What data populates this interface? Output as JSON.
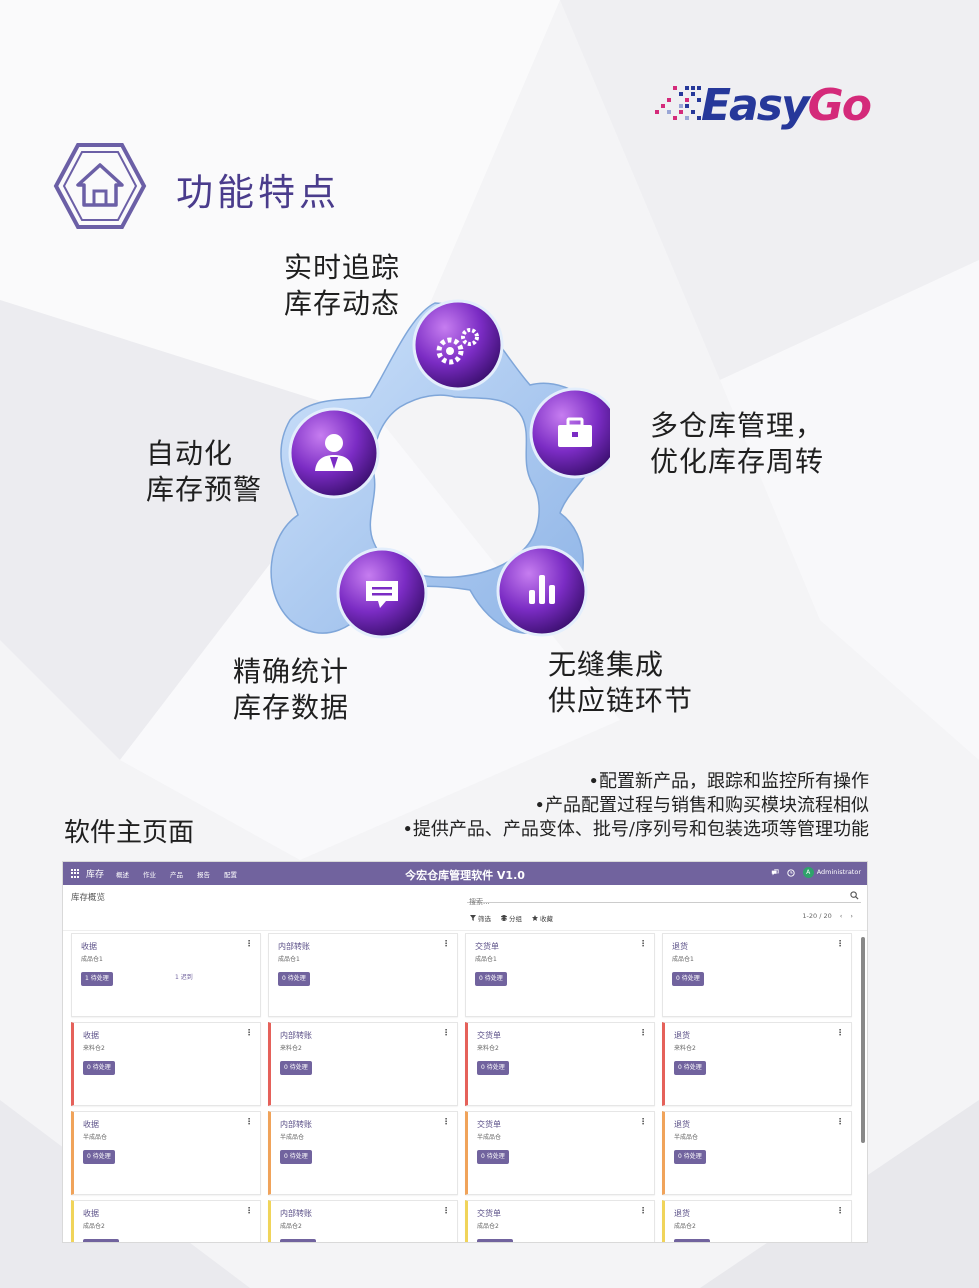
{
  "logo": {
    "part1": "Easy",
    "part2": "Go"
  },
  "section": {
    "title": "功能特点",
    "icon": "home-icon"
  },
  "features": [
    {
      "id": "tracking",
      "lines": [
        "实时追踪",
        "库存动态"
      ],
      "icon": "gears-icon"
    },
    {
      "id": "warehouse",
      "lines": [
        "多仓库管理，",
        "优化库存周转"
      ],
      "icon": "briefcase-icon"
    },
    {
      "id": "supply",
      "lines": [
        "无缝集成",
        "供应链环节"
      ],
      "icon": "bar-chart-icon"
    },
    {
      "id": "stats",
      "lines": [
        "精确统计",
        "库存数据"
      ],
      "icon": "message-icon"
    },
    {
      "id": "alert",
      "lines": [
        "自动化",
        "库存预警"
      ],
      "icon": "user-icon"
    }
  ],
  "bullets": [
    "•配置新产品，跟踪和监控所有操作",
    "•产品配置过程与销售和购买模块流程相似",
    "•提供产品、产品变体、批号/序列号和包装选项等管理功能"
  ],
  "screenshot_label": "软件主页面",
  "app": {
    "nav": {
      "brand": "库存",
      "menu": [
        "概述",
        "作业",
        "产品",
        "报告",
        "配置"
      ],
      "title": "今宏仓库管理软件 V1.0",
      "user_initial": "A",
      "user": "Administrator"
    },
    "breadcrumb": "库存概览",
    "search_placeholder": "搜索...",
    "filters": {
      "filter": "筛选",
      "group": "分组",
      "favorites": "收藏"
    },
    "pager": {
      "range": "1-20 / 20",
      "prev": "‹",
      "next": "›"
    },
    "card_menu": "⋮",
    "cards": [
      {
        "title": "收据",
        "subtitle": "成品仓1",
        "button": "1 待处理",
        "late": "1 迟到",
        "bar": ""
      },
      {
        "title": "内部转账",
        "subtitle": "成品仓1",
        "button": "0 待处理",
        "bar": ""
      },
      {
        "title": "交货单",
        "subtitle": "成品仓1",
        "button": "0 待处理",
        "bar": ""
      },
      {
        "title": "退货",
        "subtitle": "成品仓1",
        "button": "0 待处理",
        "bar": ""
      },
      {
        "title": "收据",
        "subtitle": "来料仓2",
        "button": "0 待处理",
        "bar": "red"
      },
      {
        "title": "内部转账",
        "subtitle": "来料仓2",
        "button": "0 待处理",
        "bar": "red"
      },
      {
        "title": "交货单",
        "subtitle": "来料仓2",
        "button": "0 待处理",
        "bar": "red"
      },
      {
        "title": "退货",
        "subtitle": "来料仓2",
        "button": "0 待处理",
        "bar": "red"
      },
      {
        "title": "收据",
        "subtitle": "半成品仓",
        "button": "0 待处理",
        "bar": "orange"
      },
      {
        "title": "内部转账",
        "subtitle": "半成品仓",
        "button": "0 待处理",
        "bar": "orange"
      },
      {
        "title": "交货单",
        "subtitle": "半成品仓",
        "button": "0 待处理",
        "bar": "orange"
      },
      {
        "title": "退货",
        "subtitle": "半成品仓",
        "button": "0 待处理",
        "bar": "orange"
      },
      {
        "title": "收据",
        "subtitle": "成品仓2",
        "button": "",
        "bar": "yellow"
      },
      {
        "title": "内部转账",
        "subtitle": "成品仓2",
        "button": "",
        "bar": "yellow"
      },
      {
        "title": "交货单",
        "subtitle": "成品仓2",
        "button": "",
        "bar": "yellow"
      },
      {
        "title": "退货",
        "subtitle": "成品仓2",
        "button": "",
        "bar": "yellow"
      }
    ]
  },
  "colors": {
    "brand_purple": "#71639e",
    "title_purple": "#4a3c8c",
    "logo_blue": "#26389a",
    "logo_pink": "#d42a7a"
  }
}
